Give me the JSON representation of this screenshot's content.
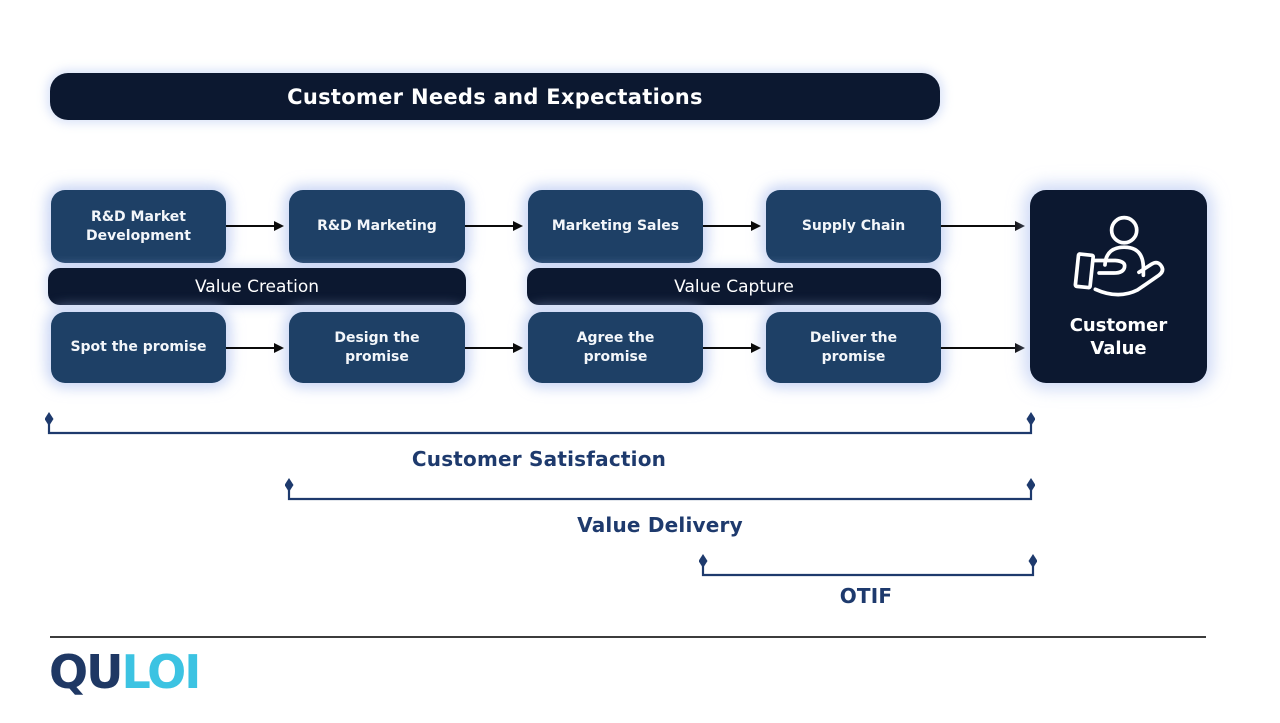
{
  "header_banner": "Customer Needs and Expectations",
  "top_row": [
    "R&D Market Development",
    "R&D Marketing",
    "Marketing Sales",
    "Supply Chain"
  ],
  "mid_banners": [
    "Value Creation",
    "Value Capture"
  ],
  "bottom_row": [
    "Spot the promise",
    "Design the promise",
    "Agree the promise",
    "Deliver the promise"
  ],
  "customer_value": "Customer Value",
  "brackets": [
    {
      "label": "Customer Satisfaction"
    },
    {
      "label": "Value Delivery"
    },
    {
      "label": "OTIF"
    }
  ],
  "logo": {
    "first": "QU",
    "second": "LOI"
  },
  "icons": {
    "customer_value": "hand-holding-person-icon"
  },
  "colors": {
    "dark_navy": "#0c1830",
    "box_blue": "#1e4066",
    "bracket_navy": "#1e3a6d",
    "arrow_black": "#0b0b0b",
    "logo_navy": "#1f3864",
    "logo_cyan": "#3cc3e2",
    "glow": "#a8bcee"
  }
}
